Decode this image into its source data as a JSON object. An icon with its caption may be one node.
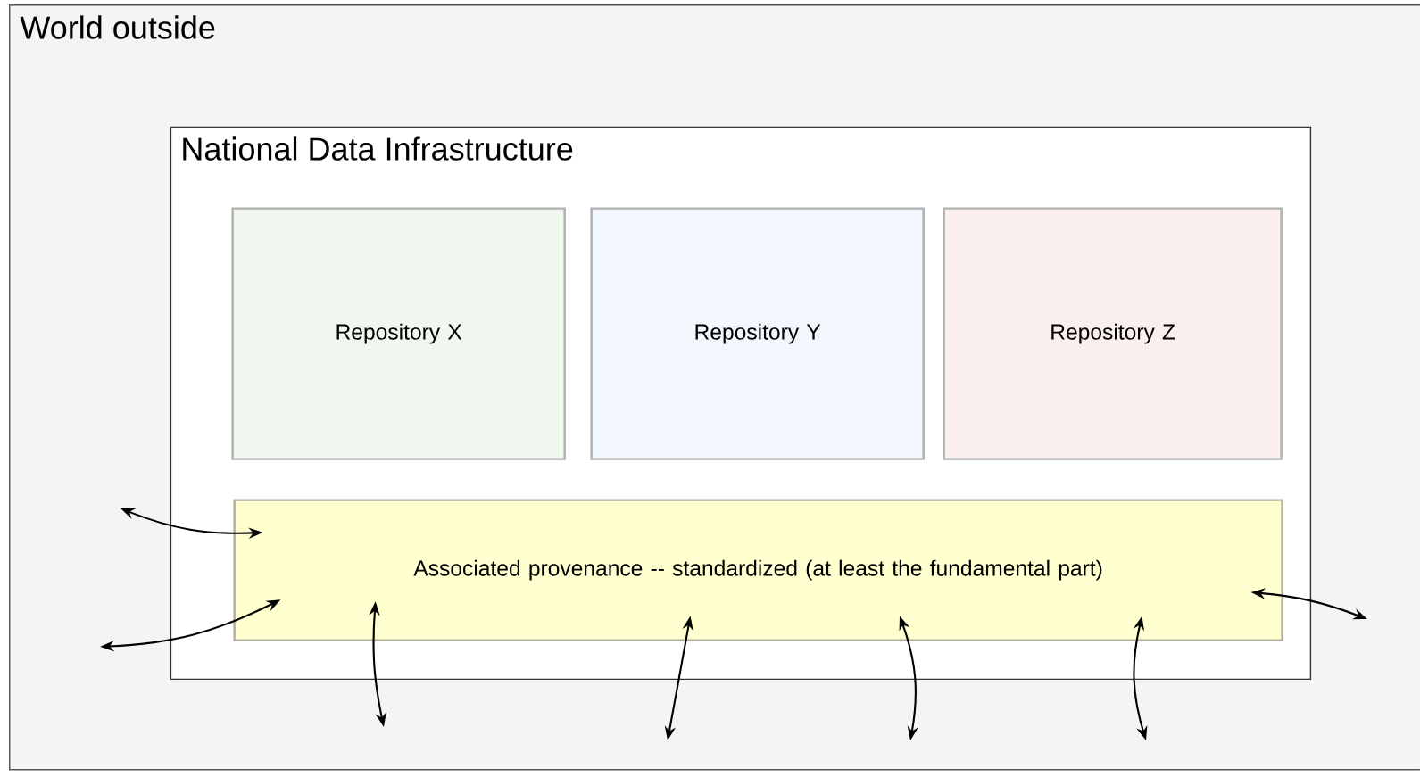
{
  "diagram": {
    "nodes": [
      {
        "text": [
          "World outside"
        ]
      },
      {
        "text": [
          "National Data Infrastructure"
        ],
        "in": 0
      },
      {
        "text": [
          "Repository X"
        ],
        "in": 1
      },
      {
        "text": [
          "Repository Y"
        ],
        "in": 1
      },
      {
        "text": [
          "Repository Z"
        ],
        "in": 1
      },
      {
        "text": [
          "Associated provenance -- standardized (at least the fundamental part)"
        ],
        "in": 1
      }
    ],
    "edges": [
      {
        "from": 5,
        "to": null,
        "arrow": "both"
      },
      {
        "from": 5,
        "to": null,
        "arrow": "both"
      },
      {
        "from": 5,
        "to": null,
        "arrow": "both"
      },
      {
        "from": 5,
        "to": null,
        "arrow": "both"
      },
      {
        "from": 5,
        "to": null,
        "arrow": "both"
      },
      {
        "from": 5,
        "to": null,
        "arrow": "both"
      },
      {
        "from": 5,
        "to": null,
        "arrow": "both"
      }
    ]
  }
}
